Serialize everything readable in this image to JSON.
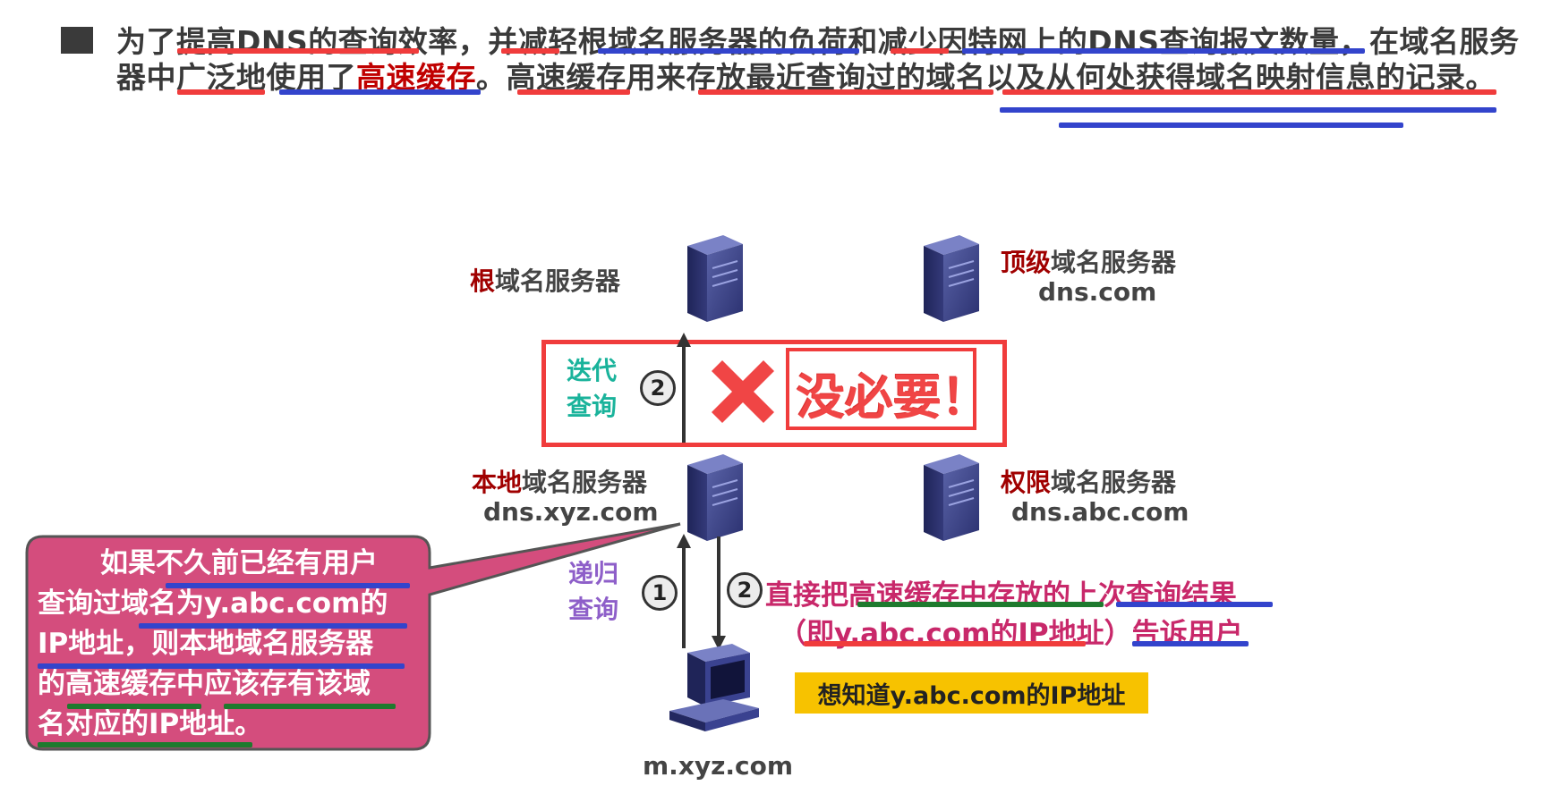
{
  "intro": {
    "line1_a": "为了",
    "line1_b": "提高DNS的查询效率，并减轻根域名服务器的负荷和减少因特网上的DNS查询报文数量，在域名服务",
    "line2_a": "器中广泛地使用了",
    "line2_red": "高速缓存",
    "line2_b": "。高速缓存用来存放最近查询过的域名以及从何处获得域名映射信息的记录。"
  },
  "servers": {
    "root": {
      "highlight": "根",
      "rest": "域名服务器"
    },
    "tld": {
      "highlight": "顶级",
      "rest": "域名服务器",
      "domain": "dns.com"
    },
    "local": {
      "highlight": "本地",
      "rest": "域名服务器",
      "domain": "dns.xyz.com"
    },
    "auth": {
      "highlight": "权限",
      "rest": "域名服务器",
      "domain": "dns.abc.com"
    }
  },
  "iterative": {
    "line1": "迭代",
    "line2": "查询",
    "step": "2",
    "not_needed": "没必要！"
  },
  "recursive": {
    "line1": "递归",
    "line2": "查询",
    "step_up": "1",
    "step_down": "2"
  },
  "answer": {
    "line1": "直接把高速缓存中存放的上次查询结果",
    "line2": "（即y.abc.com的IP地址）告诉用户"
  },
  "client": {
    "domain": "m.xyz.com",
    "want": "想知道y.abc.com的IP地址"
  },
  "callout": {
    "line1": "如果不久前已经有用户",
    "line2": "查询过域名为y.abc.com的",
    "line3": "IP地址，则本地域名服务器",
    "line4": "的高速缓存中应该存有该域",
    "line5": "名对应的IP地址。"
  },
  "colors": {
    "highlight_red": "#a00000",
    "box_red": "#f03c3c",
    "underline_blue": "#3344cc",
    "underline_green": "#1e7a2e",
    "teal": "#1ab39b",
    "purple": "#8e5fc9",
    "callout_pink": "#d44d7d",
    "answer_pink": "#c8286a",
    "yellow": "#f7c200"
  },
  "icons": [
    "server-icon",
    "computer-icon",
    "cross-icon",
    "arrow-up",
    "arrow-down"
  ]
}
